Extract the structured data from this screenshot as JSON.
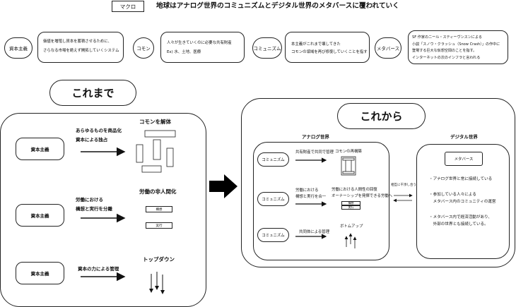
{
  "header": {
    "label": "マクロ",
    "title": "地球はアナログ世界のコミュニズムとデジタル世界のメタバースに覆われていく"
  },
  "glossary": [
    {
      "term": "資本主義",
      "definition": [
        "価値を増殖し資本を蓄積させるために、",
        "さらなる市場を絶えず開拓していくシステム"
      ]
    },
    {
      "term": "コモン",
      "definition": [
        "人々が生きていくのに必要な共有財産",
        "Ex) 水、土地、医療"
      ]
    },
    {
      "term": "コミュニズム",
      "definition": [
        "本主義がこれまで壊してきた",
        "コモンの領域を再び修復していくことを指す"
      ]
    },
    {
      "term": "メタバース",
      "definition": [
        "SF 作家のニール・スティーヴンスンによる",
        "小説「スノウ・クラッシュ（Snow Crash）」の作中に",
        "登場する巨大な仮想空間のことを指す。",
        "インターネットの次のインフラと言われる"
      ]
    }
  ],
  "past": {
    "title": "これまで",
    "rows": [
      {
        "subject": "資本主義",
        "desc": [
          "あらゆるものを商品化",
          "資本による独占"
        ],
        "result": "コモンを解体"
      },
      {
        "subject": "資本主義",
        "desc": [
          "労働における",
          "構想と実行を分離"
        ],
        "result": "労働の非人間化",
        "sub_labels": [
          "構想",
          "実行"
        ]
      },
      {
        "subject": "資本主義",
        "desc": [
          "資本の力による管理"
        ],
        "result": "トップダウン"
      }
    ]
  },
  "future": {
    "title": "これから",
    "analog": {
      "title": "アナログ世界",
      "rows": [
        {
          "subject": "コミュニズム",
          "desc": [
            "共有財産で共同で管理"
          ],
          "result": "コモンの再構築"
        },
        {
          "subject": "コミュニズム",
          "desc": [
            "労働における",
            "構想と実行を合一"
          ],
          "result": [
            "労働における人間性の回復",
            "オーナーシップを発揮できる労働へ"
          ],
          "sub_labels": [
            "構想",
            "実行"
          ]
        },
        {
          "subject": "コミュニズム",
          "desc": [
            "共同体による管理"
          ],
          "result": "ボトムアップ"
        }
      ]
    },
    "link_label": "相互に干渉し合う",
    "digital": {
      "title": "デジタル世界",
      "center": "メタバース",
      "points": [
        [
          "・アナログ世界と常に接続している"
        ],
        [
          "・参加している人々による",
          "　メタバース内のコミュニティの運営"
        ],
        [
          "・メタバース内で経済活動があり、",
          "　外部の世界とも接続している。"
        ]
      ]
    }
  }
}
